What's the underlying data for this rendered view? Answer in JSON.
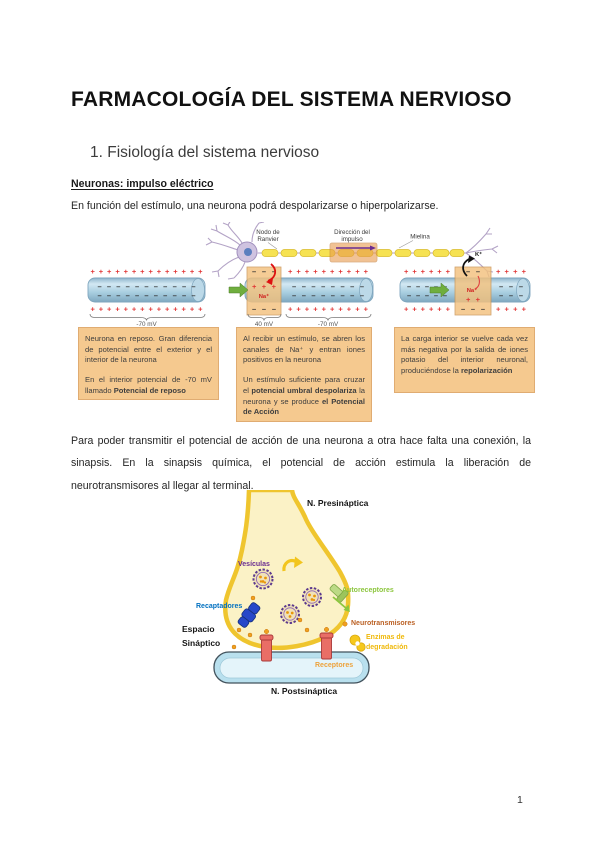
{
  "colors": {
    "box_fill": "#F5C98F",
    "box_border": "#E0AC72",
    "label_purple": "#6A2D91",
    "label_blue": "#0070C0",
    "label_green": "#8DC63F",
    "label_brown": "#BB6125",
    "label_yellow": "#F0B90A",
    "label_orange": "#EDA23B",
    "plus_red": "#E03030",
    "bulb_yellow": "#FBF2C6",
    "bulb_border": "#EFC52E",
    "membrane_blue": "#B9E0EE"
  },
  "header": {
    "title": "FARMACOLOGÍA DEL SISTEMA NERVIOSO",
    "section": "1. Fisiología del sistema nervioso",
    "subheading": "Neuronas: impulso eléctrico",
    "intro": "En función del estímulo, una neurona podrá despolarizarse o hiperpolarizarse."
  },
  "neuron_diagram": {
    "labels": {
      "nodo1": "Nodo de",
      "nodo2": "Ranvier",
      "dir1": "Dirección del",
      "dir2": "impulso",
      "mielina": "Mielina",
      "mv_rest": "-70 mV",
      "mv_depol": "40 mV",
      "mv_rest2": "-70 mV",
      "k": "K⁺",
      "na": "Na⁺"
    },
    "rows": {
      "plus14": "+ + + + + + + + + + + + + +",
      "minus11": "– – – – – – – – – – –",
      "plus10": "+ + + + + + + + + +",
      "minus8": "– – – – – – – –",
      "plus6": "+ + + + + +",
      "minus5": "– – – – –",
      "plus4": "+ + + +",
      "plus3": "+ + +",
      "minus3": "– – –",
      "plus2": "+ +",
      "minus2": "– –"
    }
  },
  "info_boxes": {
    "box1": {
      "p1": "Neurona en reposo. Gran diferencia de potencial entre el exterior y el interior de la neurona",
      "p2a": "En el interior potencial de -70 mV llamado ",
      "p2b": "Potencial de reposo"
    },
    "box2": {
      "p1": "Al recibir un estímulo, se abren los canales de Na⁺ y entran iones positivos en la neurona",
      "p2a": "Un estímulo suficiente para cruzar el ",
      "p2b": "potencial umbral",
      "p2d": "despolariza",
      "p2e": " la neurona y se produce ",
      "p2f": "el Potencial de Acción"
    },
    "box3": {
      "p1a": "La carga interior se vuelve cada vez más negativa por la salida de iones potasio del interior neuronal, produciéndose la ",
      "p1b": "repolarización"
    }
  },
  "body": {
    "paragraph": "Para poder transmitir el potencial de acción de una neurona a otra hace falta una conexión, la sinapsis. En la sinapsis química, el potencial de acción estimula la liberación de neurotransmisores al llegar al terminal."
  },
  "synapse": {
    "presinaptica": "N. Presináptica",
    "vesiculas": "Vesículas",
    "recaptadores": "Recaptadores",
    "autoreceptores": "Autoreceptores",
    "espacio1": "Espacio",
    "espacio2": "Sináptico",
    "neurotransmisores": "Neurotransmisores",
    "enzimas1": "Enzimas de",
    "enzimas2": "degradación",
    "receptores": "Receptores",
    "postsinaptica": "N. Postsináptica"
  },
  "footer": {
    "page_number": "1"
  }
}
